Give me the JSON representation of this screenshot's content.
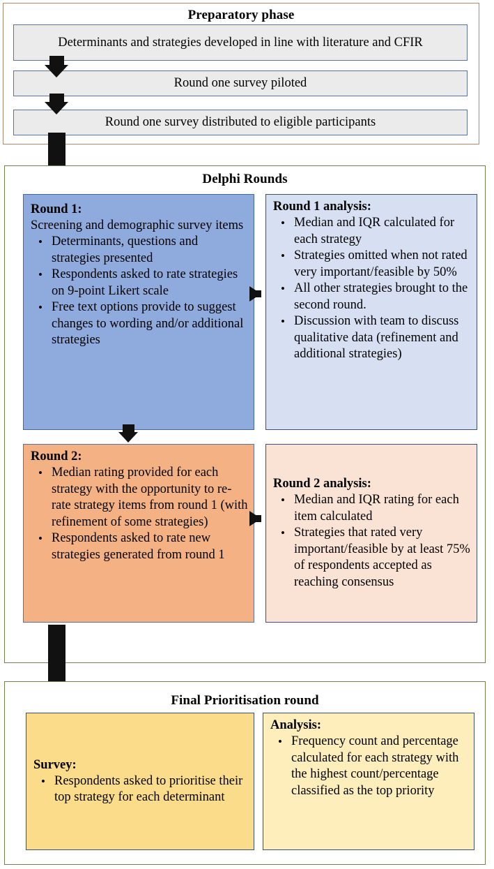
{
  "figure": {
    "type": "flowchart",
    "orientation": "vertical",
    "sections": 3
  },
  "colors": {
    "prep_border": "#b08a6e",
    "delphi_border": "#6f8055",
    "final_border": "#6f8055",
    "grey_box": "#ebebeb",
    "round1_blue": "#8faadc",
    "round1_analysis_lightblue": "#d7e0f2",
    "round2_orange": "#f4b183",
    "round2_analysis_peach": "#fae3d5",
    "survey_yellow": "#fbdc8a",
    "analysis_lightyellow": "#fdeebb",
    "box_border_blue": "#3f5171",
    "arrow": "#111111"
  },
  "prep": {
    "title": "Preparatory phase",
    "boxes": [
      {
        "text": "Determinants and strategies developed in line with literature and CFIR"
      },
      {
        "text": "Round one survey piloted"
      },
      {
        "text": "Round one survey distributed to eligible participants"
      }
    ]
  },
  "delphi": {
    "title": "Delphi Rounds",
    "round1": {
      "heading": "Round 1:",
      "subtitle": "Screening and demographic survey items",
      "bullets": [
        "Determinants, questions and strategies presented",
        "Respondents asked to rate strategies on 9-point Likert scale",
        "Free text options provide to suggest changes to wording and/or additional strategies"
      ]
    },
    "round1_analysis": {
      "heading": "Round 1 analysis:",
      "bullets": [
        "Median and IQR calculated for each strategy",
        "Strategies omitted when not rated very important/feasible by 50%",
        "All other strategies brought to the second round.",
        "Discussion with team to discuss qualitative data (refinement and additional strategies)"
      ]
    },
    "round2": {
      "heading": "Round 2:",
      "bullets": [
        "Median rating provided for each strategy with the opportunity to re-rate strategy items from round 1 (with refinement of some strategies)",
        "Respondents asked to rate new strategies generated from round 1"
      ]
    },
    "round2_analysis": {
      "heading": "Round 2 analysis:",
      "bullets": [
        "Median and IQR rating for each item calculated",
        "Strategies that rated very important/feasible by at least 75% of respondents accepted as reaching consensus"
      ]
    }
  },
  "final": {
    "title": "Final Prioritisation round",
    "survey": {
      "heading": "Survey:",
      "bullets": [
        "Respondents asked to prioritise their top strategy for each determinant"
      ]
    },
    "analysis": {
      "heading": "Analysis:",
      "bullets": [
        "Frequency count and percentage calculated for each strategy with the highest count/percentage classified as the top priority"
      ]
    }
  },
  "arrows": {
    "prep_1_to_2": "down-arrow",
    "prep_2_to_3": "down-arrow",
    "prep_to_delphi": "down-arrow",
    "round1_to_analysis": "right-arrow",
    "round1_to_round2": "down-arrow",
    "round2_to_analysis": "right-arrow",
    "delphi_to_final": "down-arrow"
  }
}
